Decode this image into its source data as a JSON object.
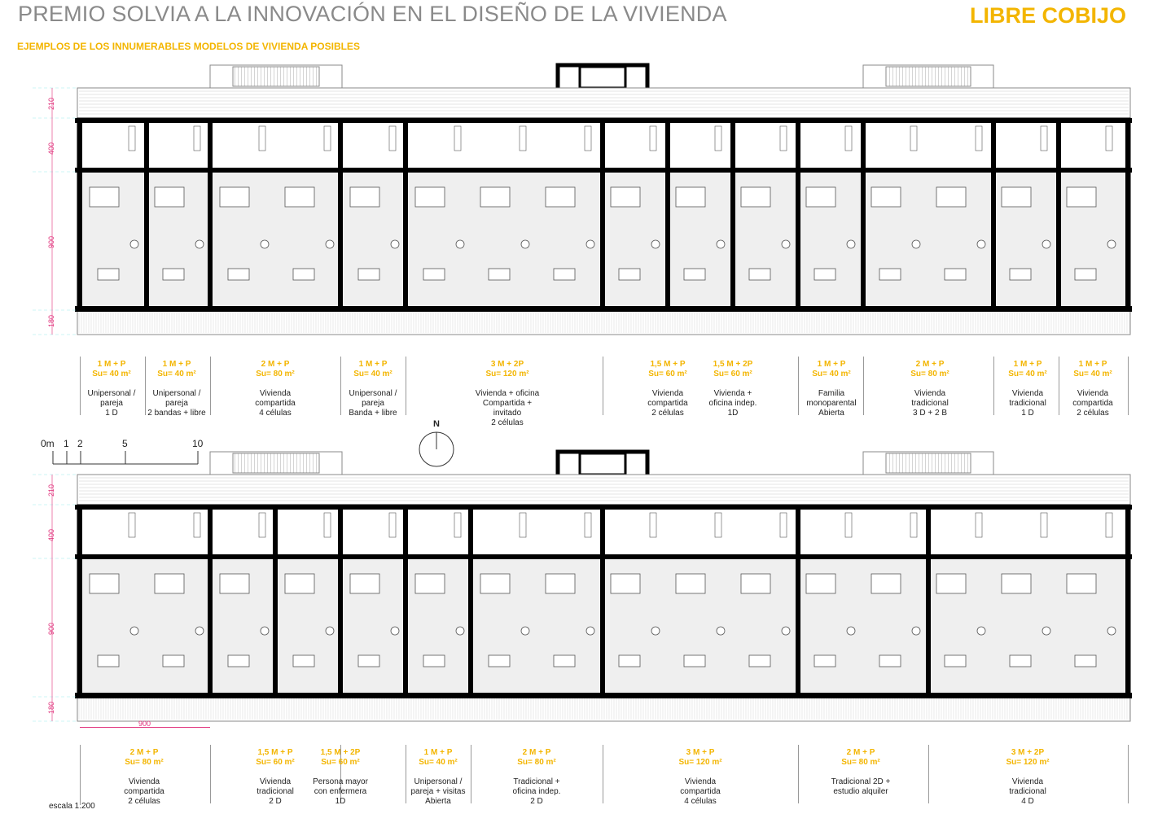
{
  "header": {
    "title": "PREMIO SOLVIA A LA INNOVACIÓN EN EL DISEÑO DE LA VIVIENDA",
    "brand": "LIBRE COBIJO",
    "subtitle": "EJEMPLOS DE LOS INNUMERABLES MODELOS DE VIVIENDA POSIBLES"
  },
  "colors": {
    "accent": "#f3b500",
    "dimension": "#e0307a",
    "wall": "#000000",
    "floor": "#efefef"
  },
  "dimensions": [
    "210",
    "400",
    "900",
    "180"
  ],
  "bottom_width_dim": "900",
  "scale_bar": {
    "ticks": [
      "0m",
      "1",
      "2",
      "5",
      "10"
    ],
    "north": "N",
    "scale_text": "escala 1:200"
  },
  "top_plan_units": [
    {
      "people": "1 M + P",
      "area": "Su= 40 m²",
      "desc": [
        "Unipersonal /",
        "pareja",
        "1 D"
      ]
    },
    {
      "people": "1 M + P",
      "area": "Su= 40 m²",
      "desc": [
        "Unipersonal /",
        "pareja",
        "2 bandas + libre"
      ]
    },
    {
      "people": "2 M + P",
      "area": "Su= 80 m²",
      "desc": [
        "Vivienda",
        "compartida",
        "4 células"
      ]
    },
    {
      "people": "1 M + P",
      "area": "Su= 40 m²",
      "desc": [
        "Unipersonal /",
        "pareja",
        "Banda + libre"
      ]
    },
    {
      "people": "3 M + 2P",
      "area": "Su= 120 m²",
      "desc": [
        "Vivienda + oficina",
        "Compartida + invitado",
        "2 células"
      ]
    },
    {
      "people": "1,5 M + P",
      "area": "Su= 60 m²",
      "desc": [
        "Vivienda",
        "compartida",
        "2 células"
      ]
    },
    {
      "people": "1,5 M + 2P",
      "area": "Su= 60 m²",
      "desc": [
        "Vivienda +",
        "oficina indep.",
        "1D"
      ]
    },
    {
      "people": "1 M + P",
      "area": "Su= 40 m²",
      "desc": [
        "Familia",
        "monoparental",
        "Abierta"
      ]
    },
    {
      "people": "2 M + P",
      "area": "Su= 80 m²",
      "desc": [
        "Vivienda",
        "tradicional",
        "3 D + 2 B"
      ]
    },
    {
      "people": "1 M + P",
      "area": "Su= 40 m²",
      "desc": [
        "Vivienda",
        "tradicional",
        "1 D"
      ]
    },
    {
      "people": "1 M + P",
      "area": "Su= 40 m²",
      "desc": [
        "Vivienda",
        "compartida",
        "2 células"
      ]
    }
  ],
  "bottom_plan_units": [
    {
      "people": "2 M + P",
      "area": "Su= 80 m²",
      "desc": [
        "Vivienda",
        "compartida",
        "2 células"
      ]
    },
    {
      "people": "1,5 M + P",
      "area": "Su= 60 m²",
      "desc": [
        "Vivienda",
        "tradicional",
        "2 D"
      ]
    },
    {
      "people": "1,5 M + 2P",
      "area": "Su= 60 m²",
      "desc": [
        "Persona mayor",
        "con enfermera",
        "1D"
      ]
    },
    {
      "people": "1 M + P",
      "area": "Su= 40 m²",
      "desc": [
        "Unipersonal /",
        "pareja + visitas",
        "Abierta"
      ]
    },
    {
      "people": "2 M + P",
      "area": "Su= 80 m²",
      "desc": [
        "Tradicional +",
        "oficina indep.",
        "2 D"
      ]
    },
    {
      "people": "3 M + P",
      "area": "Su= 120 m²",
      "desc": [
        "Vivienda",
        "compartida",
        "4 células"
      ]
    },
    {
      "people": "2 M + P",
      "area": "Su= 80 m²",
      "desc": [
        "Tradicional 2D +",
        "estudio alquiler"
      ]
    },
    {
      "people": "3 M + 2P",
      "area": "Su= 120 m²",
      "desc": [
        "Vivienda",
        "tradicional",
        "4 D"
      ]
    }
  ]
}
